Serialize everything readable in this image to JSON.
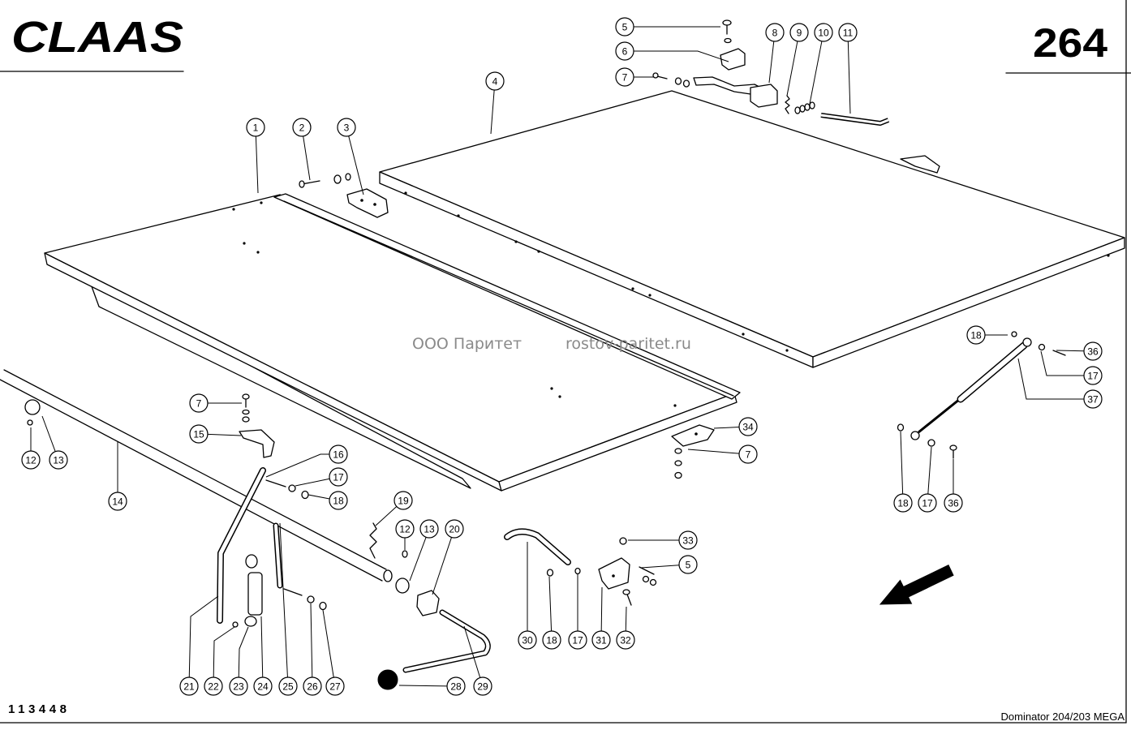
{
  "header": {
    "logo": "CLAAS",
    "page_number": "264"
  },
  "watermark": {
    "company": "ООО Паритет",
    "site": "rostov-paritet.ru"
  },
  "footer": {
    "drawing_number": "113448",
    "model": "Dominator 204/203 MEGA"
  },
  "callouts": [
    "5",
    "6",
    "7",
    "8",
    "9",
    "10",
    "11",
    "4",
    "1",
    "2",
    "3",
    "18",
    "36",
    "17",
    "37",
    "7",
    "15",
    "34",
    "7",
    "16",
    "17",
    "18",
    "12",
    "13",
    "14",
    "18",
    "17",
    "36",
    "19",
    "12",
    "13",
    "20",
    "33",
    "5",
    "21",
    "22",
    "23",
    "24",
    "25",
    "26",
    "27",
    "28",
    "29",
    "30",
    "18",
    "17",
    "31",
    "32"
  ]
}
